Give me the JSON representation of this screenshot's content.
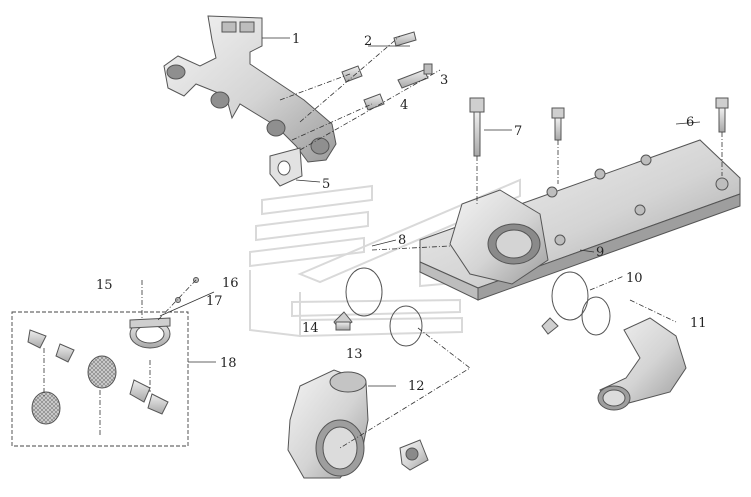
{
  "callouts": {
    "c1": "1",
    "c2": "2",
    "c3": "3",
    "c4": "4",
    "c5": "5",
    "c6": "6",
    "c7": "7",
    "c8": "8",
    "c9": "9",
    "c10": "10",
    "c11": "11",
    "c12": "12",
    "c13": "13",
    "c14": "14",
    "c15": "15",
    "c16": "16",
    "c17": "17",
    "c18": "18"
  },
  "colors": {
    "part_fill": "#dcdcdc",
    "part_shade": "#b5b5b5",
    "ink": "#222222",
    "watermark": "#d9d9d9"
  }
}
